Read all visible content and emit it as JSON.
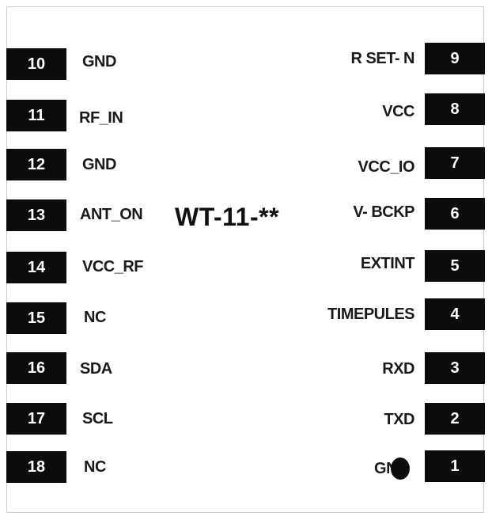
{
  "module": {
    "title": "WT-11-**"
  },
  "left_pins": [
    {
      "number": "10",
      "label": "GND"
    },
    {
      "number": "11",
      "label": "RF_IN"
    },
    {
      "number": "12",
      "label": "GND"
    },
    {
      "number": "13",
      "label": "ANT_ON"
    },
    {
      "number": "14",
      "label": "VCC_RF"
    },
    {
      "number": "15",
      "label": "NC"
    },
    {
      "number": "16",
      "label": "SDA"
    },
    {
      "number": "17",
      "label": "SCL"
    },
    {
      "number": "18",
      "label": "NC"
    }
  ],
  "right_pins": [
    {
      "number": "9",
      "label": "R SET- N"
    },
    {
      "number": "8",
      "label": "VCC"
    },
    {
      "number": "7",
      "label": "VCC_IO"
    },
    {
      "number": "6",
      "label": "V- BCKP"
    },
    {
      "number": "5",
      "label": "EXTINT"
    },
    {
      "number": "4",
      "label": "TIMEPULES"
    },
    {
      "number": "3",
      "label": "RXD"
    },
    {
      "number": "2",
      "label": "TXD"
    },
    {
      "number": "1",
      "label": "GND"
    }
  ],
  "pin1_marker": "filled-circle-icon"
}
